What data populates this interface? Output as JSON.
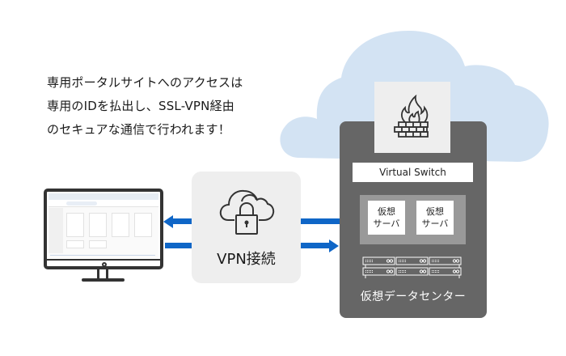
{
  "caption": {
    "lines": [
      "専用ポータルサイトへのアクセスは",
      "専用のIDを払出し、SSL-VPN経由",
      "のセキュアな通信で行われます！"
    ]
  },
  "client": {
    "device": "monitor-icon",
    "screen_content": "browser-screenshot"
  },
  "vpn": {
    "label": "VPN接続",
    "icon": "cloud-lock-icon"
  },
  "connection": {
    "arrows": [
      {
        "direction": "to-client"
      },
      {
        "direction": "to-datacenter"
      }
    ]
  },
  "datacenter": {
    "label": "仮想データセンター",
    "firewall_icon": "firewall-icon",
    "switch_label": "Virtual Switch",
    "servers": [
      {
        "line1": "仮想",
        "line2": "サーバ"
      },
      {
        "line1": "仮想",
        "line2": "サーバ"
      }
    ],
    "hardware_icon": "server-rack-icon"
  },
  "colors": {
    "arrow": "#0f66c7",
    "cloud": "#d3e3f3",
    "datacenter": "#666666",
    "vpn_box": "#eeeeee",
    "vm_area": "#999999"
  }
}
